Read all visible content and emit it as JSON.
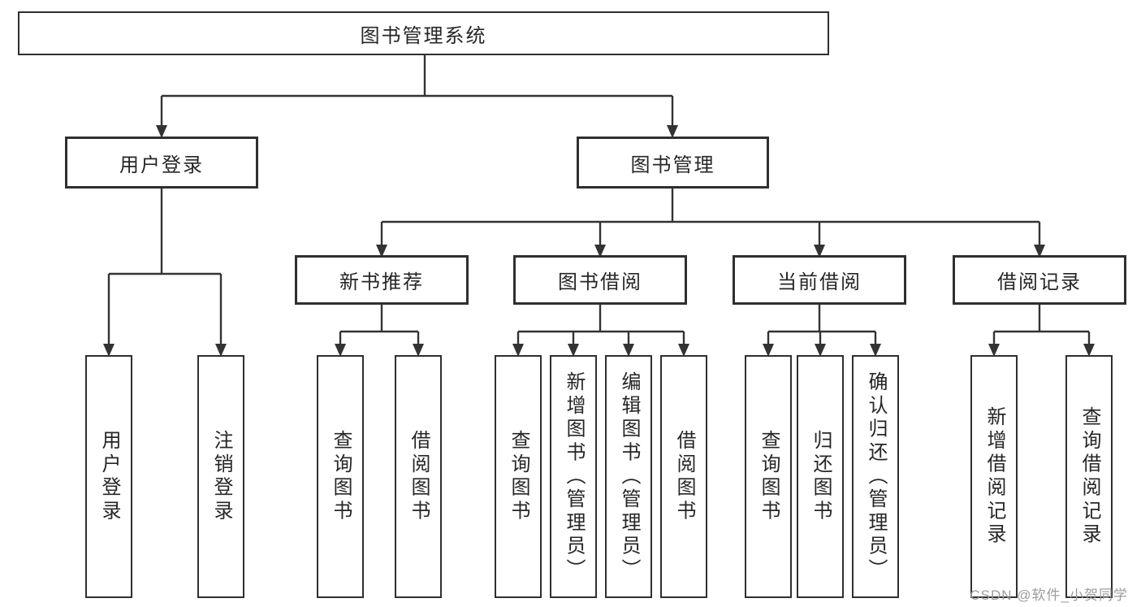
{
  "diagram": {
    "root": {
      "label": "图书管理系统"
    },
    "level2": {
      "user_login": {
        "label": "用户登录"
      },
      "book_mgmt": {
        "label": "图书管理"
      }
    },
    "level3": {
      "new_books": {
        "label": "新书推荐"
      },
      "book_borrow": {
        "label": "图书借阅"
      },
      "current_borrow": {
        "label": "当前借阅"
      },
      "borrow_records": {
        "label": "借阅记录"
      }
    },
    "leaves": {
      "user_login": [
        "用户登录",
        "注销登录"
      ],
      "new_books": [
        "查询图书",
        "借阅图书"
      ],
      "book_borrow": [
        "查询图书",
        "新增图书（管理员）",
        "编辑图书（管理员）",
        "借阅图书"
      ],
      "current_borrow": [
        "查询图书",
        "归还图书",
        "确认归还（管理员）"
      ],
      "borrow_records": [
        "新增借阅记录",
        "查询借阅记录"
      ]
    }
  },
  "watermark": "CSDN @软件_小贺同学",
  "colors": {
    "line": "#333333",
    "border": "#2f2f2f",
    "text": "#262626",
    "watermark": "#9c9c9c",
    "background": "#ffffff"
  }
}
